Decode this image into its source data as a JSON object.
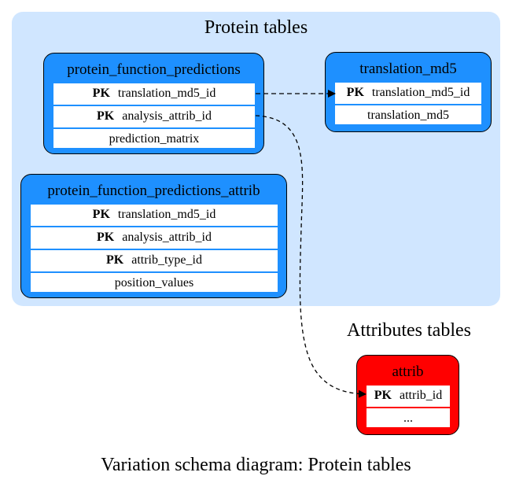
{
  "clusters": {
    "protein": {
      "title": "Protein tables"
    },
    "attributes": {
      "title": "Attributes tables"
    }
  },
  "caption": "Variation schema diagram: Protein tables",
  "pk_label": "PK",
  "tables": {
    "protein_function_predictions": {
      "name": "protein_function_predictions",
      "rows": [
        "translation_md5_id",
        "analysis_attrib_id",
        "prediction_matrix"
      ]
    },
    "translation_md5": {
      "name": "translation_md5",
      "rows": [
        "translation_md5_id",
        "translation_md5"
      ]
    },
    "protein_function_predictions_attrib": {
      "name": "protein_function_predictions_attrib",
      "rows": [
        "translation_md5_id",
        "analysis_attrib_id",
        "attrib_type_id",
        "position_values"
      ]
    },
    "attrib": {
      "name": "attrib",
      "rows": [
        "attrib_id",
        "..."
      ]
    }
  },
  "colors": {
    "protein_cluster_bg": "#d0e6ff",
    "protein_table": "#1e90ff",
    "attrib_table": "#ff0000",
    "edge": "#000000"
  }
}
